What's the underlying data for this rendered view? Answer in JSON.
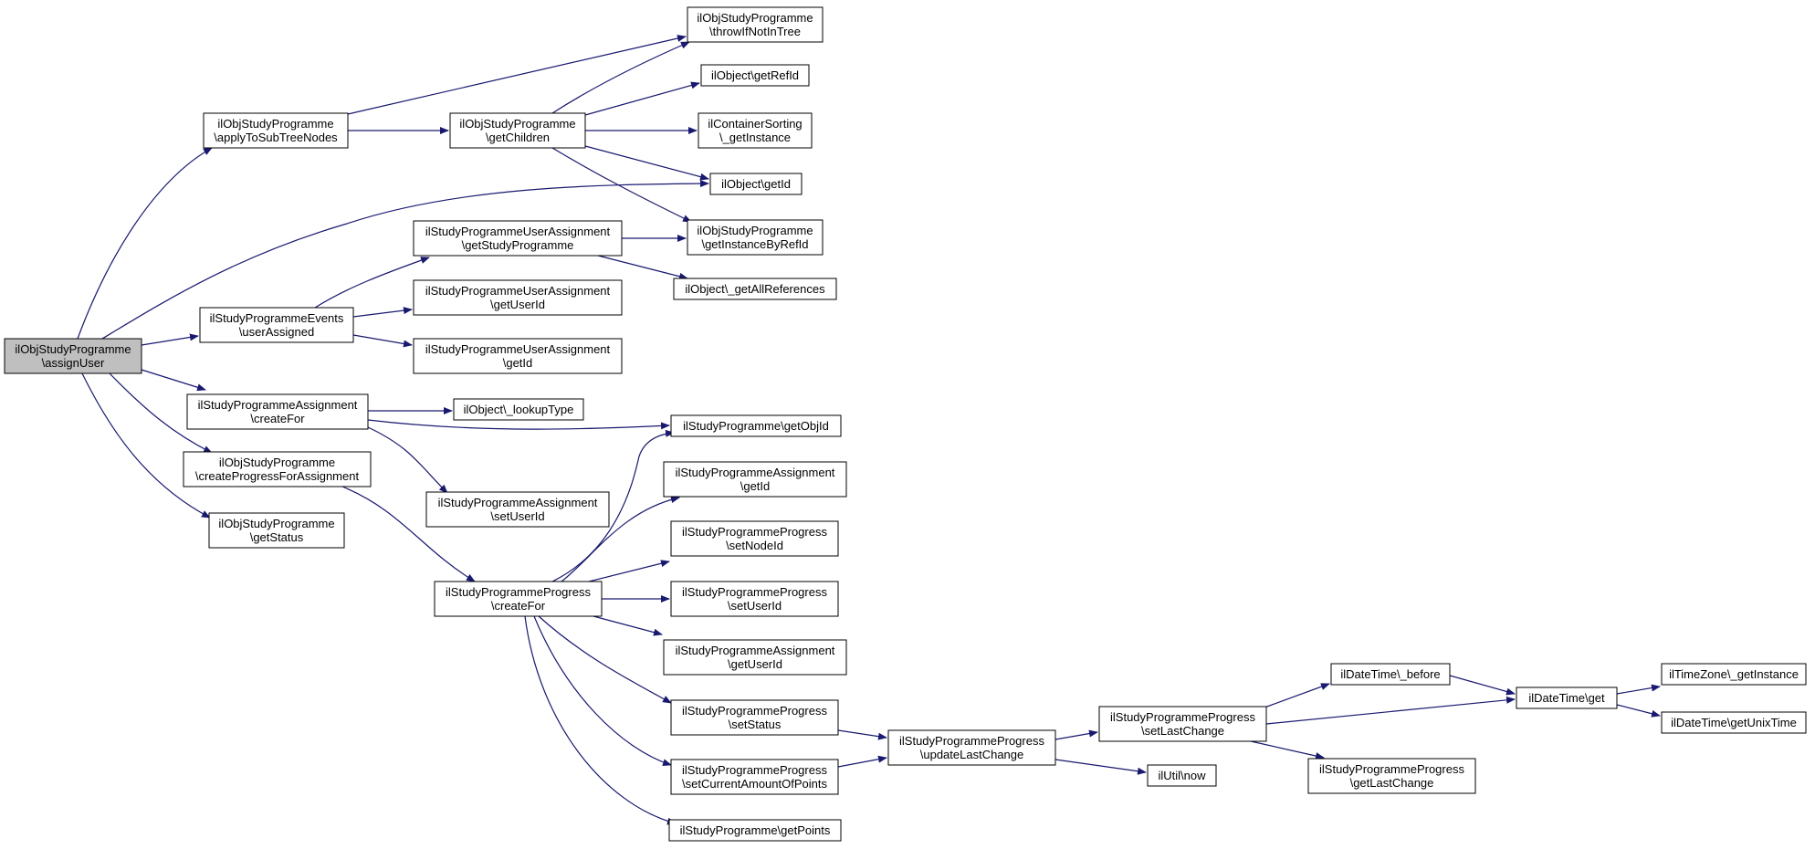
{
  "colors": {
    "edge": "#191970",
    "root_fill": "#bfbfbf",
    "node_fill": "#ffffff",
    "node_stroke": "#000000"
  },
  "nodes": [
    {
      "id": "assignUser",
      "name": "root-node-assign-user",
      "lines": [
        "ilObjStudyProgramme",
        "\\assignUser"
      ],
      "root": true
    },
    {
      "id": "applyToSubTreeNodes",
      "name": "node-apply-to-sub-tree-nodes",
      "lines": [
        "ilObjStudyProgramme",
        "\\applyToSubTreeNodes"
      ]
    },
    {
      "id": "throwIfNotInTree",
      "name": "node-throw-if-not-in-tree",
      "lines": [
        "ilObjStudyProgramme",
        "\\throwIfNotInTree"
      ]
    },
    {
      "id": "getChildren",
      "name": "node-get-children",
      "lines": [
        "ilObjStudyProgramme",
        "\\getChildren"
      ]
    },
    {
      "id": "getRefId",
      "name": "node-get-ref-id",
      "lines": [
        "ilObject\\getRefId"
      ]
    },
    {
      "id": "containerSorting",
      "name": "node-container-sorting-get-instance",
      "lines": [
        "ilContainerSorting",
        "\\_getInstance"
      ]
    },
    {
      "id": "objGetId",
      "name": "node-object-get-id",
      "lines": [
        "ilObject\\getId"
      ]
    },
    {
      "id": "getInstanceByRefId",
      "name": "node-get-instance-by-ref-id",
      "lines": [
        "ilObjStudyProgramme",
        "\\getInstanceByRefId"
      ]
    },
    {
      "id": "getAllReferences",
      "name": "node-get-all-references",
      "lines": [
        "ilObject\\_getAllReferences"
      ]
    },
    {
      "id": "uaGetStudyProgramme",
      "name": "node-user-assignment-get-study-programme",
      "lines": [
        "ilStudyProgrammeUserAssignment",
        "\\getStudyProgramme"
      ]
    },
    {
      "id": "eventsUserAssigned",
      "name": "node-events-user-assigned",
      "lines": [
        "ilStudyProgrammeEvents",
        "\\userAssigned"
      ]
    },
    {
      "id": "uaGetUserId",
      "name": "node-user-assignment-get-user-id",
      "lines": [
        "ilStudyProgrammeUserAssignment",
        "\\getUserId"
      ]
    },
    {
      "id": "uaGetId",
      "name": "node-user-assignment-get-id",
      "lines": [
        "ilStudyProgrammeUserAssignment",
        "\\getId"
      ]
    },
    {
      "id": "assignmentCreateFor",
      "name": "node-assignment-create-for",
      "lines": [
        "ilStudyProgrammeAssignment",
        "\\createFor"
      ]
    },
    {
      "id": "lookupType",
      "name": "node-lookup-type",
      "lines": [
        "ilObject\\_lookupType"
      ]
    },
    {
      "id": "getObjId",
      "name": "node-get-obj-id",
      "lines": [
        "ilStudyProgramme\\getObjId"
      ]
    },
    {
      "id": "createProgressForAssignment",
      "name": "node-create-progress-for-assignment",
      "lines": [
        "ilObjStudyProgramme",
        "\\createProgressForAssignment"
      ]
    },
    {
      "id": "assignmentGetId",
      "name": "node-assignment-get-id",
      "lines": [
        "ilStudyProgrammeAssignment",
        "\\getId"
      ]
    },
    {
      "id": "assignmentSetUserId",
      "name": "node-assignment-set-user-id",
      "lines": [
        "ilStudyProgrammeAssignment",
        "\\setUserId"
      ]
    },
    {
      "id": "getStatus",
      "name": "node-get-status",
      "lines": [
        "ilObjStudyProgramme",
        "\\getStatus"
      ]
    },
    {
      "id": "setNodeId",
      "name": "node-progress-set-node-id",
      "lines": [
        "ilStudyProgrammeProgress",
        "\\setNodeId"
      ]
    },
    {
      "id": "progressCreateFor",
      "name": "node-progress-create-for",
      "lines": [
        "ilStudyProgrammeProgress",
        "\\createFor"
      ]
    },
    {
      "id": "progressSetUserId",
      "name": "node-progress-set-user-id",
      "lines": [
        "ilStudyProgrammeProgress",
        "\\setUserId"
      ]
    },
    {
      "id": "assignmentGetUserId",
      "name": "node-assignment-get-user-id",
      "lines": [
        "ilStudyProgrammeAssignment",
        "\\getUserId"
      ]
    },
    {
      "id": "setStatus",
      "name": "node-progress-set-status",
      "lines": [
        "ilStudyProgrammeProgress",
        "\\setStatus"
      ]
    },
    {
      "id": "updateLastChange",
      "name": "node-progress-update-last-change",
      "lines": [
        "ilStudyProgrammeProgress",
        "\\updateLastChange"
      ]
    },
    {
      "id": "setCurrentAmountOfPoints",
      "name": "node-progress-set-current-amount-of-points",
      "lines": [
        "ilStudyProgrammeProgress",
        "\\setCurrentAmountOfPoints"
      ]
    },
    {
      "id": "getPoints",
      "name": "node-get-points",
      "lines": [
        "ilStudyProgramme\\getPoints"
      ]
    },
    {
      "id": "setLastChange",
      "name": "node-progress-set-last-change",
      "lines": [
        "ilStudyProgrammeProgress",
        "\\setLastChange"
      ]
    },
    {
      "id": "utilNow",
      "name": "node-util-now",
      "lines": [
        "ilUtil\\now"
      ]
    },
    {
      "id": "dateTimeBefore",
      "name": "node-date-time-before",
      "lines": [
        "ilDateTime\\_before"
      ]
    },
    {
      "id": "getLastChange",
      "name": "node-progress-get-last-change",
      "lines": [
        "ilStudyProgrammeProgress",
        "\\getLastChange"
      ]
    },
    {
      "id": "dateTimeGet",
      "name": "node-date-time-get",
      "lines": [
        "ilDateTime\\get"
      ]
    },
    {
      "id": "timeZoneGetInstance",
      "name": "node-time-zone-get-instance",
      "lines": [
        "ilTimeZone\\_getInstance"
      ]
    },
    {
      "id": "getUnixTime",
      "name": "node-date-time-get-unix-time",
      "lines": [
        "ilDateTime\\getUnixTime"
      ]
    }
  ]
}
